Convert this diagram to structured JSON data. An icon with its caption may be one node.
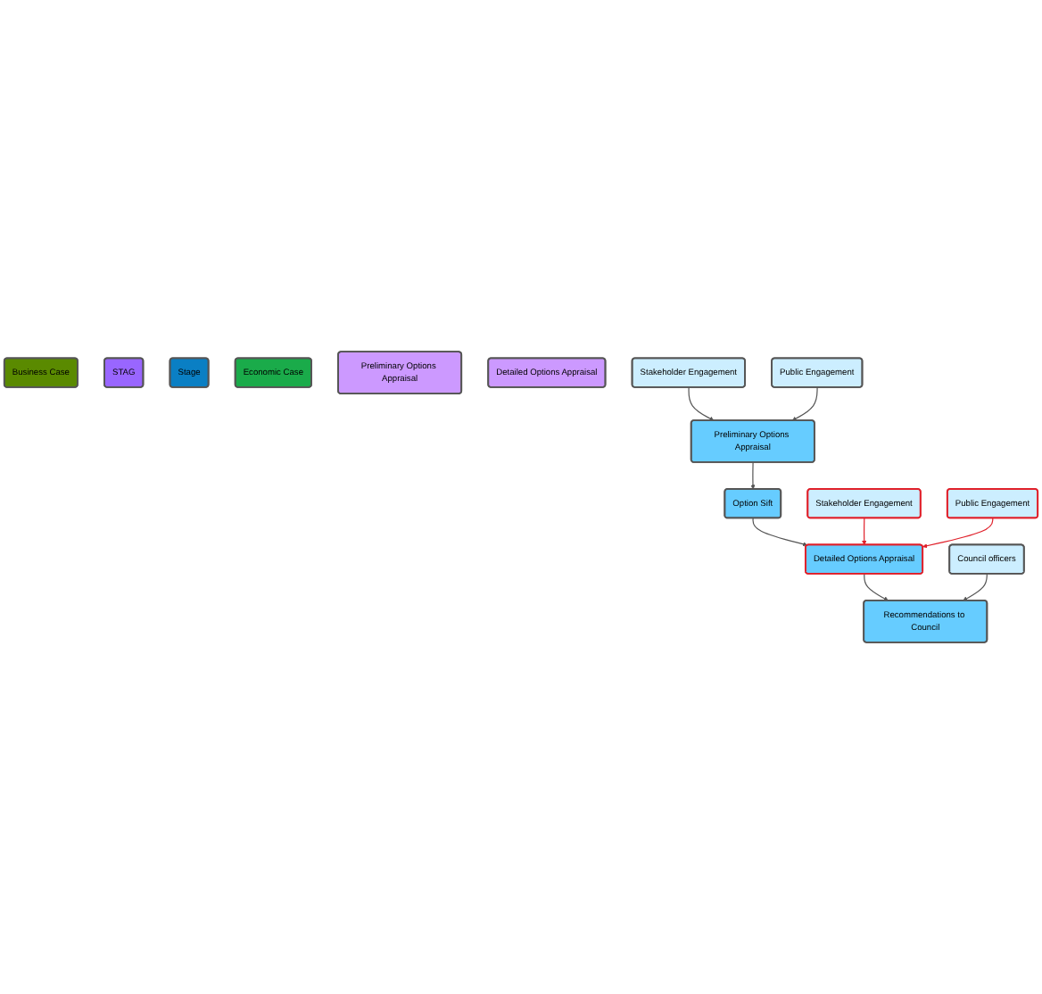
{
  "diagram": {
    "nodes": [
      {
        "text": [
          "Business Case"
        ]
      },
      {
        "text": [
          "STAG"
        ]
      },
      {
        "text": [
          "Stage"
        ]
      },
      {
        "text": [
          "Economic Case"
        ]
      },
      {
        "text": [
          "Preliminary Options Appraisal"
        ]
      },
      {
        "text": [
          "Detailed Options Appraisal"
        ]
      },
      {
        "text": [
          "Preliminary Options Appraisal"
        ]
      },
      {
        "text": [
          "Stakeholder Engagement"
        ]
      },
      {
        "text": [
          "Public Engagement"
        ]
      },
      {
        "text": [
          "Option Sift"
        ]
      },
      {
        "text": [
          "Detailed Options Appraisal"
        ]
      },
      {
        "text": [
          "Stakeholder Engagement"
        ]
      },
      {
        "text": [
          "Public Engagement"
        ]
      },
      {
        "text": [
          "Recommendations to Council"
        ]
      },
      {
        "text": [
          "Council officers"
        ]
      }
    ],
    "edges": [
      {
        "from": 7,
        "to": 6,
        "arrow": "to"
      },
      {
        "from": 8,
        "to": 6,
        "arrow": "to"
      },
      {
        "from": 6,
        "to": 9,
        "arrow": "to"
      },
      {
        "from": 9,
        "to": 10,
        "arrow": "to"
      },
      {
        "from": 11,
        "to": 10,
        "arrow": "to",
        "color": "#e0202a"
      },
      {
        "from": 12,
        "to": 10,
        "arrow": "to",
        "color": "#e0202a"
      },
      {
        "from": 10,
        "to": 13,
        "arrow": "to"
      },
      {
        "from": 14,
        "to": 13,
        "arrow": "to"
      }
    ]
  }
}
